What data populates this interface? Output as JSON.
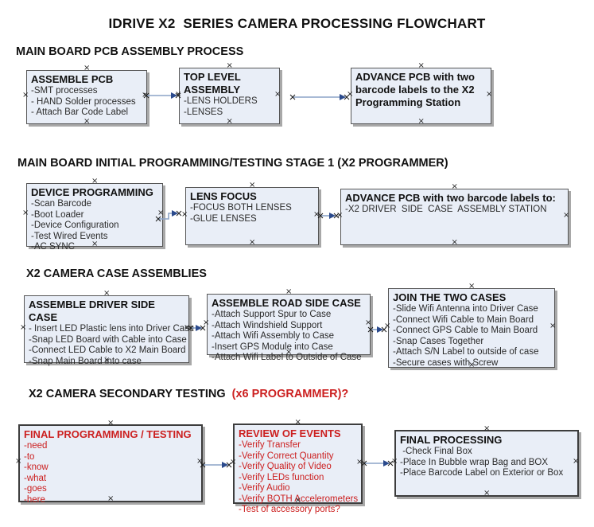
{
  "page_title": "IDRIVE X2  SERIES CAMERA PROCESSING FLOWCHART",
  "colors": {
    "box_fill": "#e9eef7",
    "box_border": "#565656",
    "red_text": "#cc2020",
    "arrow_line": "#8ba3c7",
    "arrow_head": "#2b4a8c"
  },
  "icons": {
    "connection_point": "x-cross-handle",
    "connector": "right-arrow"
  },
  "sections": [
    {
      "heading": "MAIN BOARD PCB ASSEMBLY PROCESS",
      "boxes": [
        {
          "title": "ASSEMBLE PCB",
          "lines": [
            "-SMT processes",
            "- HAND Solder processes",
            "- Attach Bar Code Label"
          ]
        },
        {
          "title": "TOP LEVEL ASSEMBLY",
          "lines": [
            "-LENS HOLDERS",
            "-LENSES"
          ]
        },
        {
          "title": "ADVANCE PCB with two barcode labels to the X2 Programming Station",
          "lines": []
        }
      ]
    },
    {
      "heading": "MAIN BOARD INITIAL PROGRAMMING/TESTING STAGE 1 (X2 PROGRAMMER)",
      "boxes": [
        {
          "title": "DEVICE PROGRAMMING",
          "lines": [
            "-Scan Barcode",
            "-Boot Loader",
            "-Device Configuration",
            "-Test Wired Events",
            "-AC SYNC"
          ]
        },
        {
          "title": "LENS FOCUS",
          "lines": [
            "-FOCUS BOTH LENSES",
            "-GLUE LENSES"
          ]
        },
        {
          "title": "ADVANCE PCB with two barcode labels to:",
          "lines": [
            "-X2 DRIVER  SIDE  CASE  ASSEMBLY STATION"
          ]
        }
      ]
    },
    {
      "heading": "X2 CAMERA CASE ASSEMBLIES",
      "boxes": [
        {
          "title": "ASSEMBLE DRIVER SIDE CASE",
          "lines": [
            "- Insert LED Plastic lens into Driver Case",
            "-Snap LED Board with Cable into Case",
            "-Connect LED Cable to X2 Main Board",
            "-Snap Main Board into case"
          ]
        },
        {
          "title": "ASSEMBLE ROAD SIDE CASE",
          "lines": [
            "-Attach Support Spur to Case",
            "-Attach Windshield Support",
            "-Attach Wifi Assembly to Case",
            "-Insert GPS Module into Case",
            "-Attach Wifi Label to Outside of Case"
          ]
        },
        {
          "title": "JOIN THE TWO CASES",
          "lines": [
            "-Slide Wifi Antenna into Driver Case",
            "-Connect Wifi Cable to Main Board",
            "-Connect GPS Cable to Main Board",
            "-Snap Cases Together",
            "-Attach S/N Label to outside of case",
            "-Secure cases with Screw"
          ]
        }
      ]
    },
    {
      "heading": "X2 CAMERA SECONDARY TESTING ",
      "heading_red": " (x6 PROGRAMMER)?",
      "boxes": [
        {
          "title": "FINAL PROGRAMMING / TESTING",
          "lines": [
            "-need",
            "-to",
            "-know",
            "-what",
            "-goes",
            "-here"
          ]
        },
        {
          "title": "REVIEW OF EVENTS",
          "lines": [
            "-Verify Transfer",
            "-Verify Correct Quantity",
            "-Verify Quality of Video",
            "-Verify LEDs function",
            "-Verify Audio",
            "-Verify BOTH Accelerometers",
            "-Test of accessory ports?"
          ]
        },
        {
          "title": "FINAL PROCESSING",
          "lines": [
            " -Check Final Box",
            "-Place In Bubble wrap Bag and BOX",
            "-Place Barcode Label on Exterior or Box"
          ]
        }
      ]
    }
  ]
}
